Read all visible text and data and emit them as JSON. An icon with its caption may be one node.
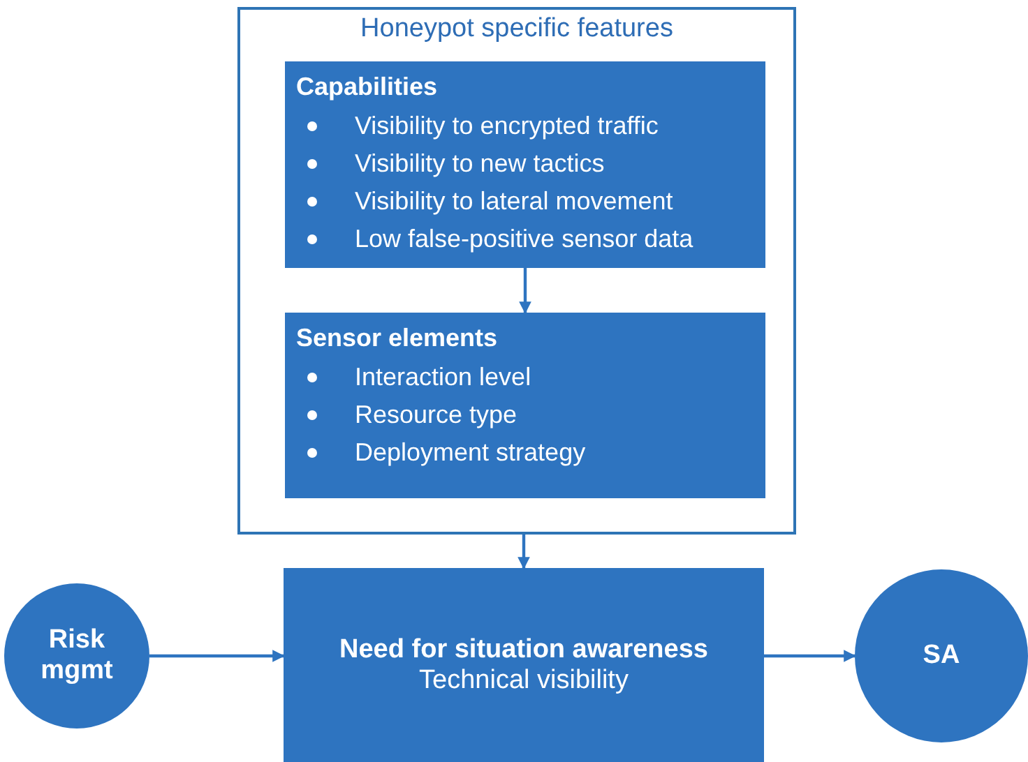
{
  "diagram": {
    "nodes": [
      {
        "text": [
          "Honeypot specific features"
        ]
      },
      {
        "text": [
          "Capabilities",
          "Visibility to encrypted traffic",
          "Visibility to new tactics",
          "Visibility to lateral movement",
          "Low false-positive sensor data"
        ],
        "in": 0
      },
      {
        "text": [
          "Sensor elements",
          "Interaction level",
          "Resource type",
          "Deployment strategy"
        ],
        "in": 0
      },
      {
        "text": [
          "Need for situation awareness",
          "Technical visibility"
        ]
      },
      {
        "text": [
          "Risk mgmt"
        ]
      },
      {
        "text": [
          "SA"
        ]
      }
    ],
    "edges": [
      {
        "from": 1,
        "to": 2,
        "arrow": "to"
      },
      {
        "from": 0,
        "to": 3,
        "arrow": "to"
      },
      {
        "from": 4,
        "to": 3,
        "arrow": "to"
      },
      {
        "from": 3,
        "to": 5,
        "arrow": "to"
      }
    ]
  }
}
